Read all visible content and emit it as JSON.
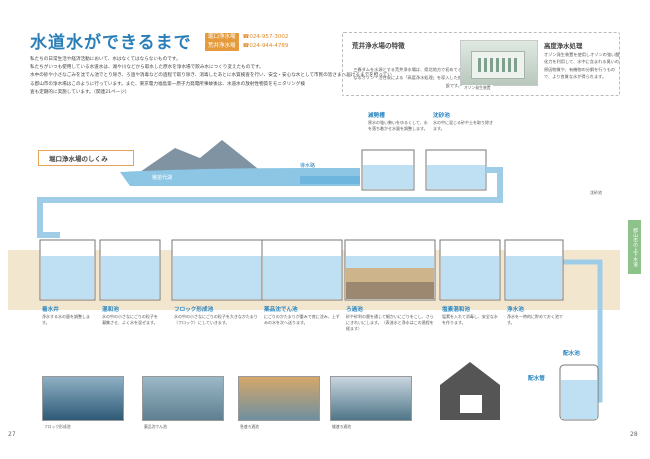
{
  "title": "水道水ができるまで",
  "contacts": [
    {
      "plant": "堀口浄水場",
      "tel": "☎024-957-3002"
    },
    {
      "plant": "荒井浄水場",
      "tel": "☎024-944-4789"
    }
  ],
  "intro": [
    "私たちの日常生活や経済活動において、水はなくてはならないものです。",
    "私たちがいつも使用している水道水は、湖や川などから取水した原水を浄水場で飲み水につくり変えたものです。",
    "水中の砂や小さなごみを沈でん池でとり除き、ろ過や消毒などの過程で取り除き、消毒したあとに水質検査を行い、安全・安心な水として市民の皆さまへ届けるまでを担ってい",
    "る郡山市の浄水場はこのように行っています。また、東京電力福島第一原子力発電所事故後は、水道水の放射性物質をモニタリング検",
    "査も定期的に実施しています。（関連21ページ）"
  ],
  "feature": {
    "title": "荒井浄水場の特徴",
    "text": "三春ダムを水源とする荒井浄水場は、県北地方で初めてとなるオゾン・活性炭による「高度浄水処理」を導入した施設です。",
    "photo_caption": "オゾン発生装置",
    "ozone_title": "高度浄水処理",
    "ozone_text": "オゾン発生装置を使用しオゾンの強い酸化力を利用して、水中に含まれる臭いの原因物質や、有機物の分解を行うもので、より良質な水が得られます。"
  },
  "section_label": "堀口浄水場のしくみ",
  "side_tab": "郡山市の上下水道",
  "lake_label": "猪苗代湖",
  "channel_label": "導水路",
  "photo_right_caption": "沈砂池",
  "stages": {
    "sedimentation": {
      "name": "減勢槽",
      "desc": "原水の強い勢いをゆるくして、水を落ち着かせ水量を調整します。"
    },
    "grit": {
      "name": "沈砂池",
      "desc": "水の中に混じる砂や土を取り除きます。"
    },
    "intake": {
      "name": "着水井",
      "desc": "浄水する水の量を調整します。"
    },
    "mixing": {
      "name": "混和池",
      "desc": "水の中の小さなにごりの粒子を凝集させ、よく水を混ぜます。"
    },
    "floc": {
      "name": "フロック形成池",
      "desc": "水の中の小さなにごりの粒子を大きなかたまり（フロック）にしていきます。"
    },
    "settling": {
      "name": "薬品沈でん池",
      "desc": "にごりのかたまりが重みで底に沈み、上ずみの水を次へ送ります。"
    },
    "filter": {
      "name": "ろ過池",
      "desc": "砂や砂利の層を通して細かいにごりをこし、さらにきれいにします。（表流水と浄水はこの過程を経ます）"
    },
    "chlorine": {
      "name": "塩素混和池",
      "desc": "塩素を入れて消毒し、安全な水を作ります。"
    },
    "clearwell": {
      "name": "浄水池",
      "desc": "浄水を一時的に貯めておく池です。"
    },
    "distribution": {
      "name": "配水池",
      "desc": ""
    },
    "pipe": {
      "name": "配水管",
      "desc": ""
    }
  },
  "photos": [
    {
      "caption": "フロック形成池"
    },
    {
      "caption": "薬品沈でん池"
    },
    {
      "caption": "急速ろ過池"
    },
    {
      "caption": "緩速ろ過池"
    }
  ],
  "page_left": "27",
  "page_right": "28",
  "colors": {
    "accent": "#2a7fb8",
    "water": "#bfe0f2",
    "pipe": "#9fcde8",
    "orange": "#e59a3b",
    "green": "#8dc28a"
  }
}
